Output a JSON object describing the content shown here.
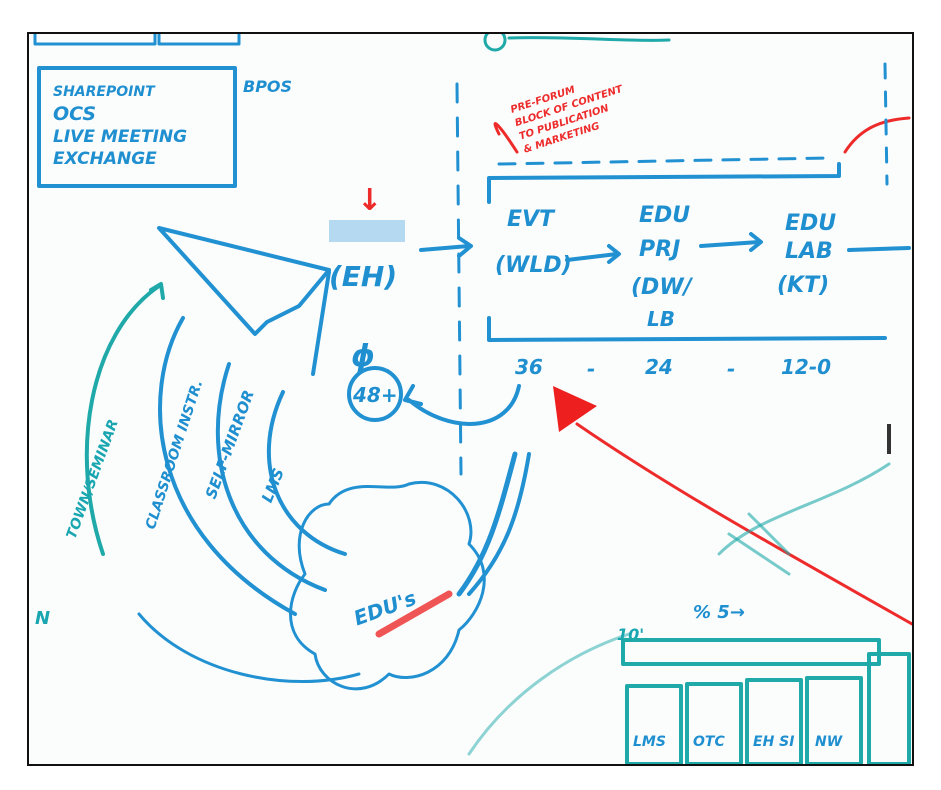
{
  "sketch": {
    "tools_box": {
      "lines": [
        "SHAREPOINT",
        "OCS",
        "LIVE MEETING",
        "EXCHANGE"
      ],
      "side_label": "BPOS"
    },
    "red_note": [
      "PRE-FORUM",
      "BLOCK OF CONTENT",
      "TO PUBLICATION",
      "& MARKETING"
    ],
    "center_node": "(EH)",
    "center_node_arrow": "↓",
    "phi_label": "ϕ",
    "circle_label": "48+",
    "stages": [
      {
        "top": "EVT",
        "bottom": "(WLD)"
      },
      {
        "top": "EDU",
        "middle": "PRJ",
        "bottom": "(DW/",
        "extra": "LB"
      },
      {
        "top": "EDU",
        "middle": "LAB",
        "bottom": "(KT)"
      }
    ],
    "timeline": [
      "36",
      "-",
      "24",
      "-",
      "12-0"
    ],
    "arc_labels": [
      "TOWN/SEMINAR",
      "CLASSROOM INSTR.",
      "SELF-MIRROR",
      "LMS"
    ],
    "cloud_label": "EDU's",
    "bottom_right": {
      "top": "% 5→",
      "left": "10'",
      "boxes": [
        "LMS",
        "OTC",
        "EH SI",
        "NW"
      ]
    },
    "edge_letter": "N"
  }
}
